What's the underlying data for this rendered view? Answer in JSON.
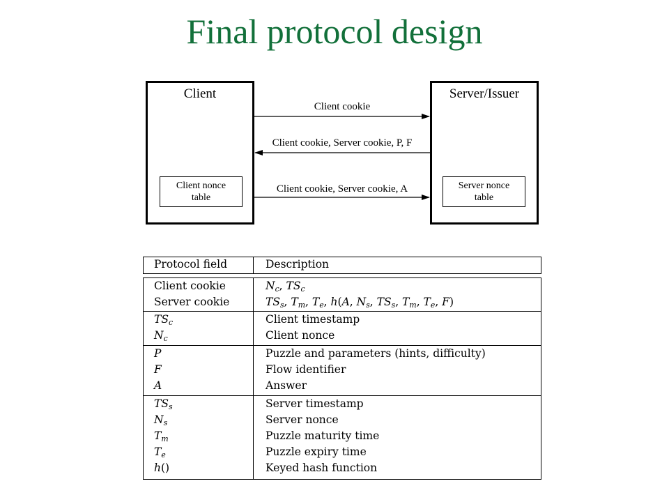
{
  "title": "Final protocol design",
  "diagram": {
    "client": {
      "label": "Client",
      "table_label": "Client nonce\ntable"
    },
    "server": {
      "label": "Server/Issuer",
      "table_label": "Server nonce\ntable"
    },
    "messages": [
      {
        "label": "Client cookie",
        "direction": "to-server"
      },
      {
        "label": "Client cookie, Server cookie, P, F",
        "direction": "to-client"
      },
      {
        "label": "Client cookie, Server cookie, A",
        "direction": "to-server"
      }
    ]
  },
  "table": {
    "header": {
      "field": "Protocol field",
      "description": "Description"
    },
    "groups": [
      [
        {
          "field": "Client cookie",
          "description": "Nc, TSc"
        },
        {
          "field": "Server cookie",
          "description": "TSs, Tm, Te, h(A, Ns, TSs, Tm, Te, F)"
        }
      ],
      [
        {
          "field": "TSc",
          "description": "Client timestamp"
        },
        {
          "field": "Nc",
          "description": "Client nonce"
        }
      ],
      [
        {
          "field": "P",
          "description": "Puzzle and parameters (hints, difficulty)"
        },
        {
          "field": "F",
          "description": "Flow identifier"
        },
        {
          "field": "A",
          "description": "Answer"
        }
      ],
      [
        {
          "field": "TSs",
          "description": "Server timestamp"
        },
        {
          "field": "Ns",
          "description": "Server nonce"
        },
        {
          "field": "Tm",
          "description": "Puzzle maturity time"
        },
        {
          "field": "Te",
          "description": "Puzzle expiry time"
        },
        {
          "field": "h()",
          "description": "Keyed hash function"
        }
      ]
    ]
  }
}
